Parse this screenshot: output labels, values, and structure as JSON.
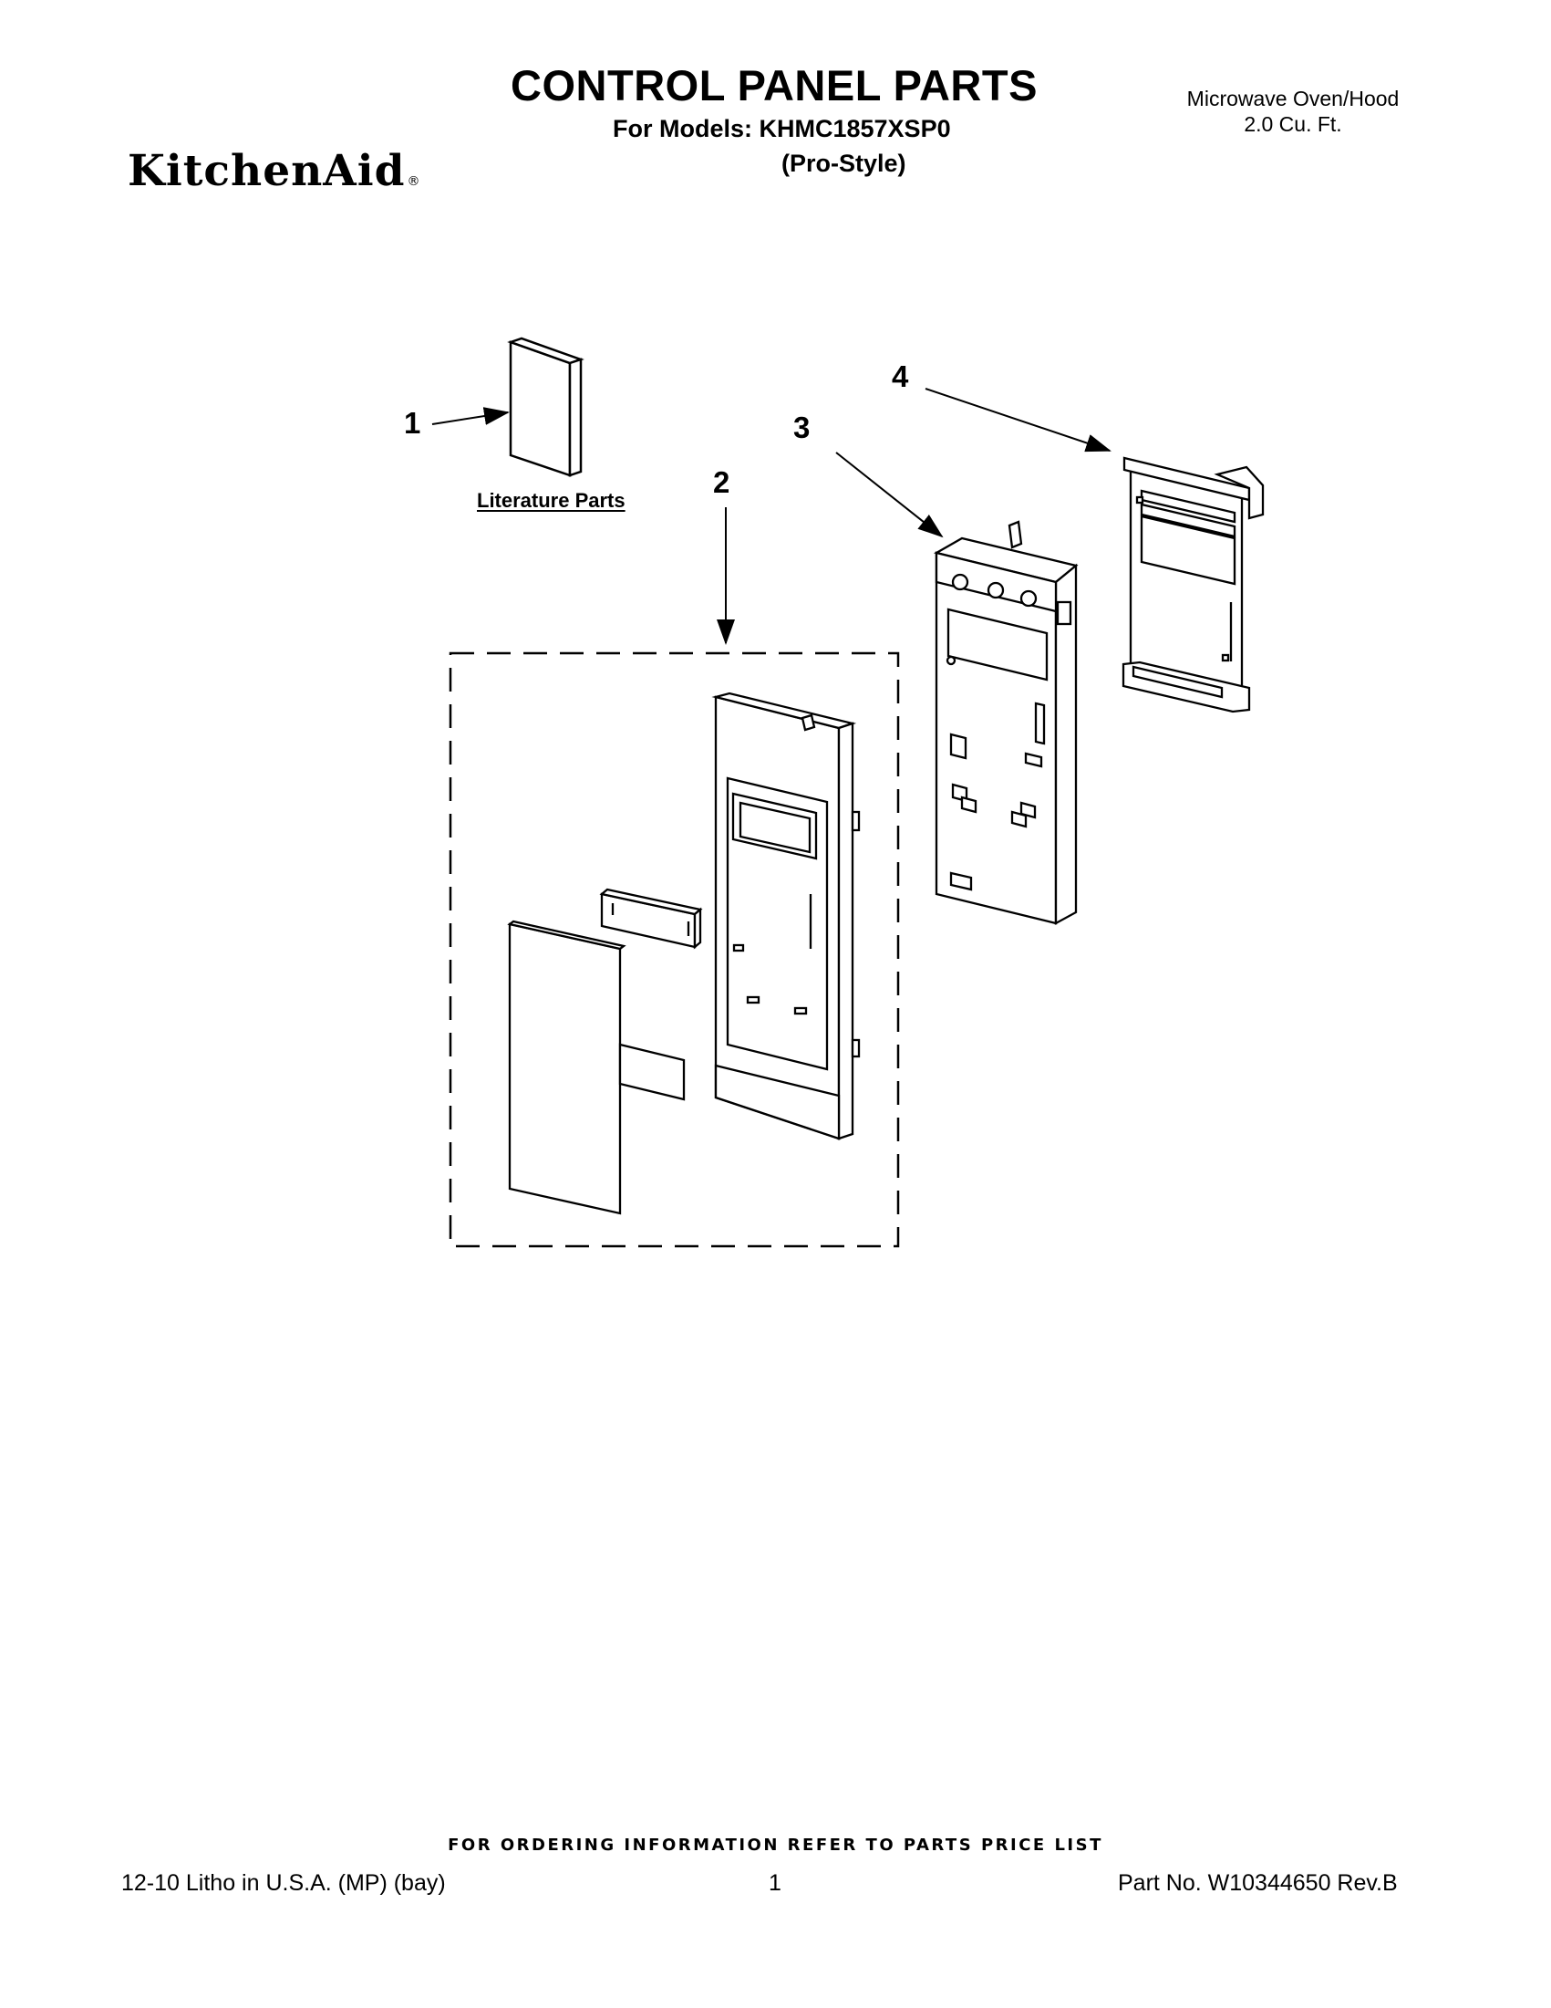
{
  "header": {
    "title": "CONTROL PANEL PARTS",
    "for_models": "For Models: KHMC1857XSP0",
    "style": "(Pro-Style)",
    "brand": "KitchenAid",
    "brand_mark": "®",
    "product_type_line1": "Microwave Oven/Hood",
    "product_type_line2": "2.0 Cu. Ft."
  },
  "diagram": {
    "callouts": [
      "1",
      "2",
      "3",
      "4"
    ],
    "literature_label": "Literature Parts",
    "icons": [
      "literature-booklet",
      "control-panel-assembly",
      "control-panel-bracket",
      "control-board"
    ]
  },
  "footer": {
    "order_info": "FOR ORDERING INFORMATION REFER TO PARTS PRICE LIST",
    "litho": "12-10 Litho in U.S.A. (MP) (bay)",
    "page_number": "1",
    "part_number": "Part No. W10344650 Rev.B"
  }
}
